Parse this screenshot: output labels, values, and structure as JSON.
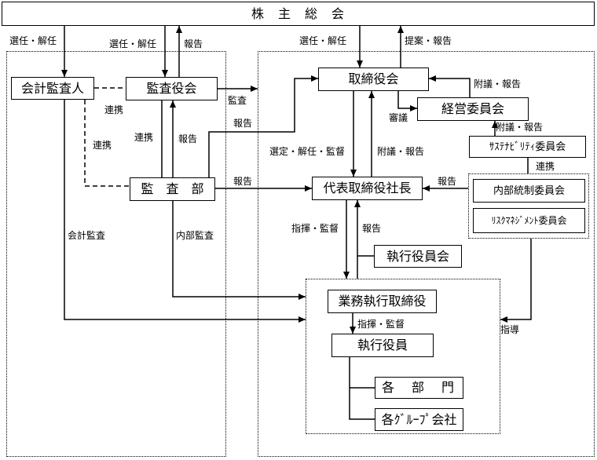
{
  "shareholders_meeting": "株　主　総　会",
  "boxes": {
    "accounting_auditor": "会計監査人",
    "audit_board": "監査役会",
    "board_of_directors": "取締役会",
    "management_committee": "経営委員会",
    "sustainability_committee": "ｻｽﾃﾅﾋﾞﾘﾃｨ委員会",
    "audit_department": "監　査　部",
    "president": "代表取締役社長",
    "internal_control_committee": "内部統制委員会",
    "risk_management_committee": "ﾘｽｸﾏﾈｼﾞﾒﾝﾄ委員会",
    "executive_officers_meeting": "執行役員会",
    "executive_directors": "業務執行取締役",
    "executive_officers": "執行役員",
    "departments": "各　部　門",
    "group_companies": "各ｸﾞﾙｰﾌﾟ会社"
  },
  "labels": {
    "appoint_dismiss_auditor": "選任・解任",
    "appoint_dismiss_audit_board": "選任・解任",
    "report_audit_board_to_agm": "報告",
    "appoint_dismiss_board": "選任・解任",
    "proposal_report": "提案・報告",
    "audit": "監査",
    "coordination_auditor_audit_board": "連携",
    "report_dept_to_board": "報告",
    "submission_report_management": "附議・報告",
    "deliberation": "審議",
    "submission_report_sustainability": "附議・報告",
    "coordination_auditor_dept": "連携",
    "coordination_audit_board_dept": "連携",
    "report_dept_to_audit_board": "報告",
    "select_dismiss_supervise": "選定・解任・監督",
    "submission_report_president": "附議・報告",
    "coordination_sustainability": "連携",
    "report_dept_to_president": "報告",
    "report_committees_to_president": "報告",
    "accounting_audit": "会計監査",
    "command_supervise": "指揮・監督",
    "report_to_president": "報告",
    "internal_audit": "内部監査",
    "guidance": "指導",
    "command_supervise_officers": "指揮・監督"
  }
}
